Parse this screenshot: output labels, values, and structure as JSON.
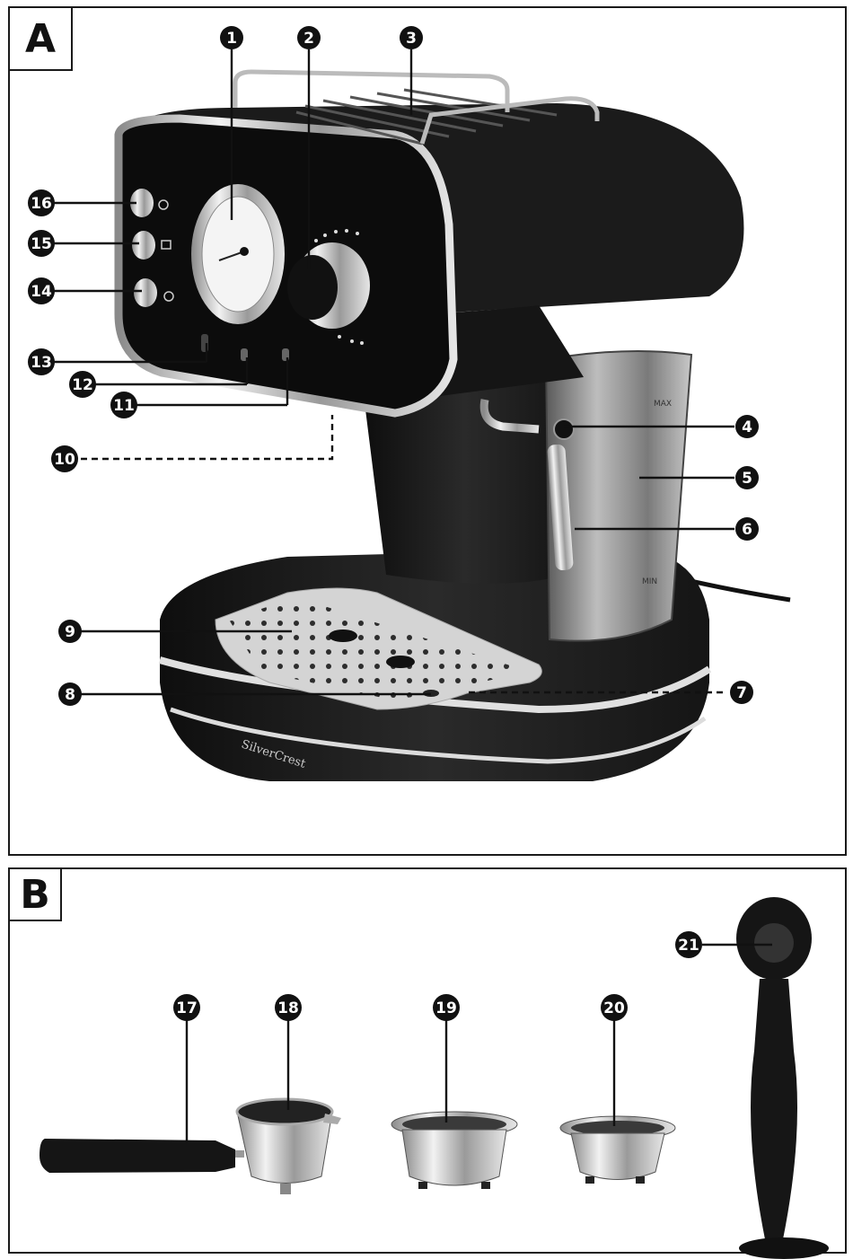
{
  "sections": {
    "a": {
      "label": "A"
    },
    "b": {
      "label": "B"
    }
  },
  "product": {
    "brand": "SilverCrest",
    "tank_max": "MAX",
    "tank_min": "MIN"
  },
  "callouts": {
    "c1": "1",
    "c2": "2",
    "c3": "3",
    "c4": "4",
    "c5": "5",
    "c6": "6",
    "c7": "7",
    "c8": "8",
    "c9": "9",
    "c10": "10",
    "c11": "11",
    "c12": "12",
    "c13": "13",
    "c14": "14",
    "c15": "15",
    "c16": "16",
    "c17": "17",
    "c18": "18",
    "c19": "19",
    "c20": "20",
    "c21": "21"
  },
  "colors": {
    "machine_body": "#1c1c1c",
    "chrome": "#cfcfcf",
    "tray": "#d9d9d9",
    "callout_fill": "#111111"
  }
}
